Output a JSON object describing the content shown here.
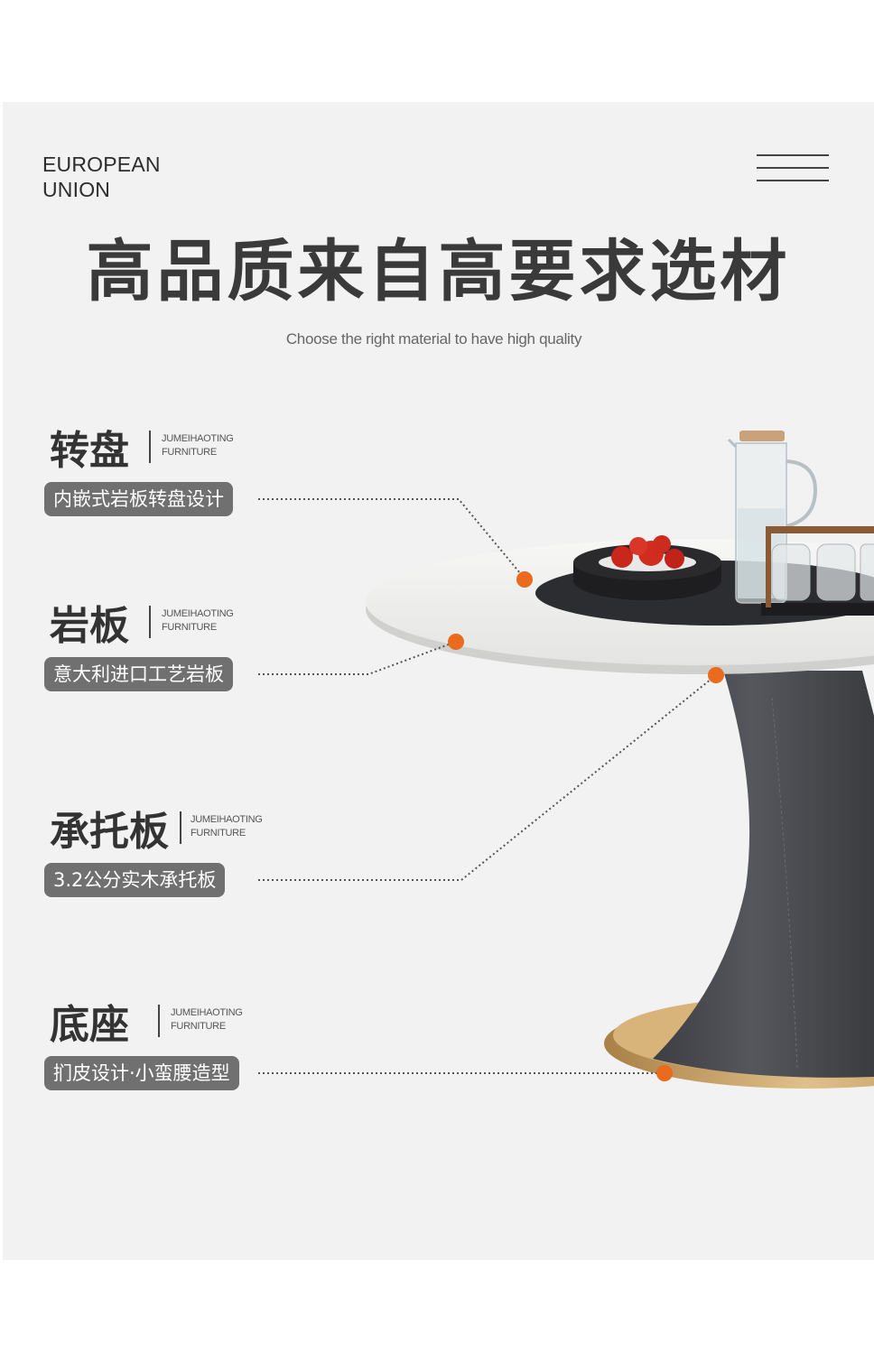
{
  "header": {
    "brand_line1": "EUROPEAN",
    "brand_line2": "UNION",
    "headline": "高品质来自高要求选材",
    "subline": "Choose the right material to have high quality"
  },
  "features": [
    {
      "title": "转盘",
      "brand_line1": "JUMEIHAOTING",
      "brand_line2": "FURNITURE",
      "desc": "内嵌式岩板转盘设计"
    },
    {
      "title": "岩板",
      "brand_line1": "JUMEIHAOTING",
      "brand_line2": "FURNITURE",
      "desc": "意大利进口工艺岩板"
    },
    {
      "title": "承托板",
      "brand_line1": "JUMEIHAOTING",
      "brand_line2": "FURNITURE",
      "desc": "3.2公分实木承托板"
    },
    {
      "title": "底座",
      "brand_line1": "JUMEIHAOTING",
      "brand_line2": "FURNITURE",
      "desc": "扪皮设计·小蛮腰造型"
    }
  ],
  "colors": {
    "background": "#f2f2f2",
    "pill": "#707070",
    "marker": "#ea6a1e",
    "base_gold": "#c8a060",
    "pedestal": "#4b4d52"
  },
  "icons": {
    "menu": "hamburger-menu-icon",
    "marker": "orange-dot-marker"
  }
}
